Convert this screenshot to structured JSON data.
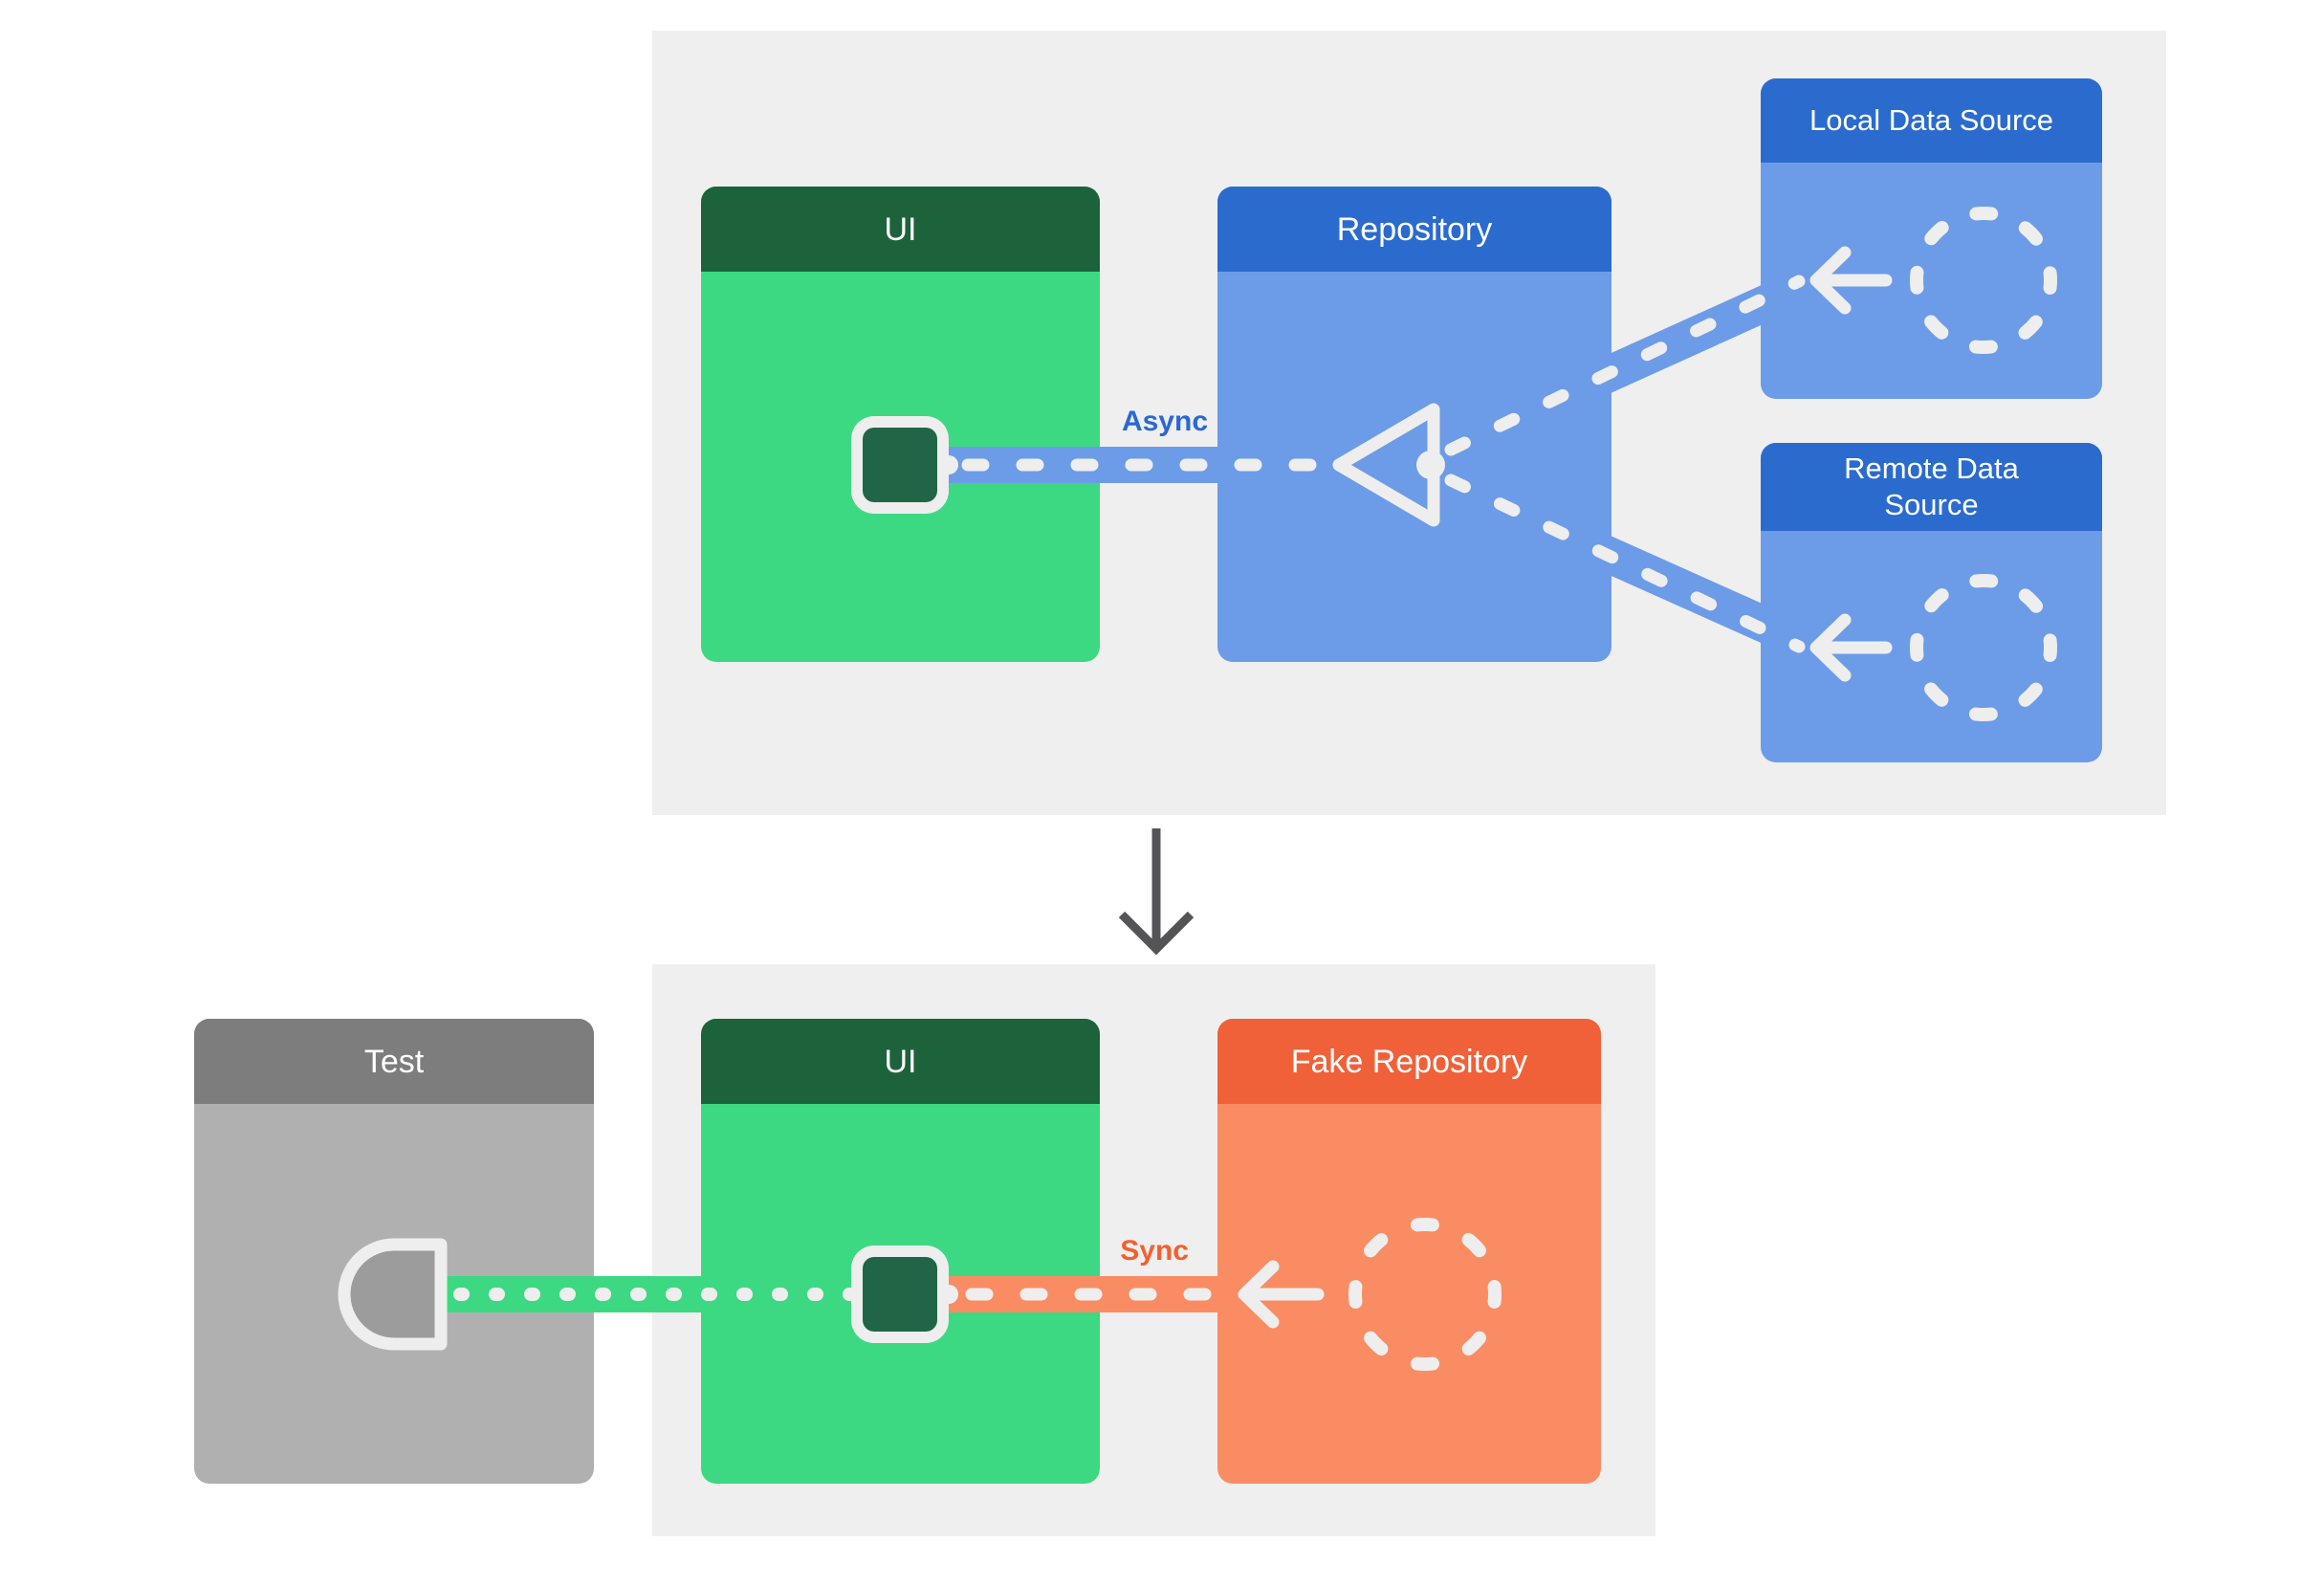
{
  "palette": {
    "page_bg": "#ffffff",
    "panel_bg": "#efefef",
    "green_header": "#1c633c",
    "green_body": "#3dd982",
    "port_fill": "#206646",
    "blue_header": "#2b6bce",
    "blue_body": "#6c9ce8",
    "orange_header": "#f06139",
    "orange_body": "#fa8c64",
    "gray_header": "#7d7d7d",
    "gray_body": "#b0b0b0",
    "socket_fill": "#9c9c9c",
    "stroke_white": "#eeeeee",
    "async_color": "#2a68d4",
    "sync_color": "#f36030",
    "arrow_color": "#545457"
  },
  "production_diagram": {
    "ui_box": {
      "title": "UI"
    },
    "repository_box": {
      "title": "Repository"
    },
    "local_data_source_box": {
      "title": "Local Data Source"
    },
    "remote_data_source_box": {
      "title": "Remote Data Source"
    },
    "connection_label": "Async"
  },
  "test_diagram": {
    "test_box": {
      "title": "Test"
    },
    "ui_box": {
      "title": "UI"
    },
    "fake_repository_box": {
      "title": "Fake Repository"
    },
    "connection_label": "Sync"
  }
}
